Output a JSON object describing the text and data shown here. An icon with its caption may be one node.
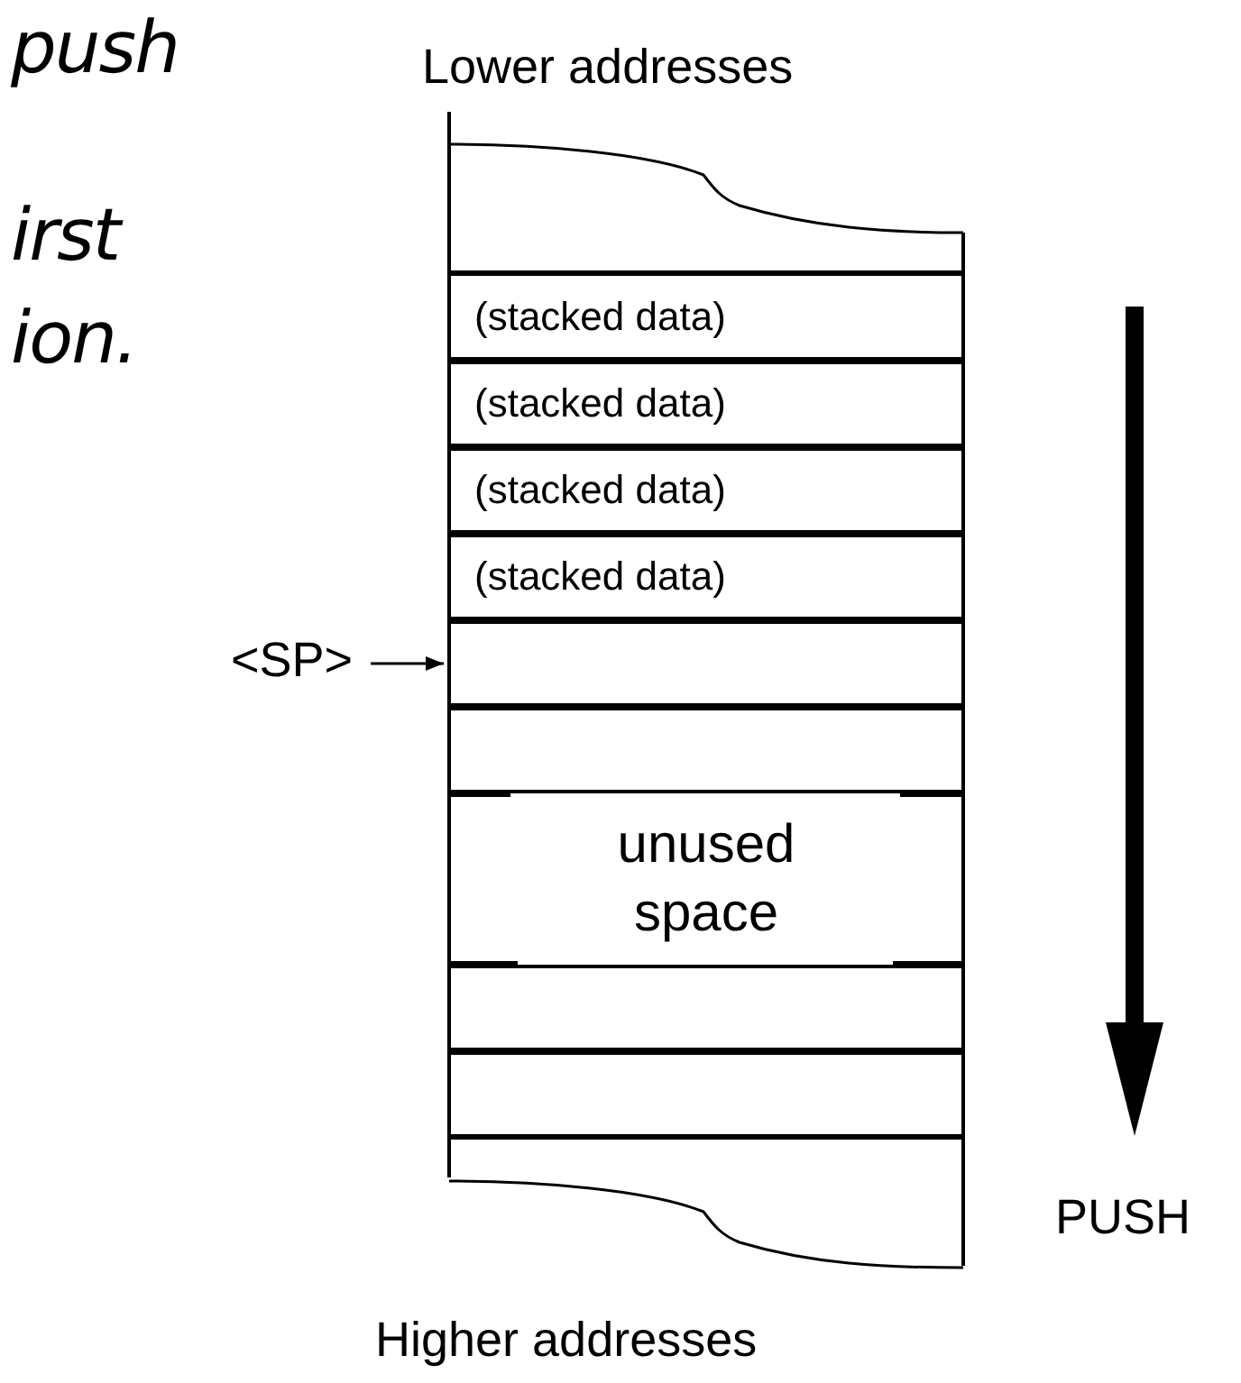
{
  "diagram": {
    "nodes": [
      {
        "text": [
          "(stacked data)"
        ]
      },
      {
        "text": [
          "(stacked data)"
        ]
      },
      {
        "text": [
          "(stacked data)"
        ]
      },
      {
        "text": [
          "(stacked data)"
        ]
      },
      {
        "text": [],
        "shape": "box"
      },
      {
        "text": [],
        "shape": "box"
      },
      {
        "text": [
          "unused space"
        ]
      },
      {
        "text": [],
        "shape": "box"
      },
      {
        "text": [],
        "shape": "box"
      },
      {
        "text": [
          "<SP>"
        ]
      }
    ],
    "edges": [
      {
        "from": 9,
        "to": 4,
        "arrow": "to"
      }
    ],
    "labels": [
      "push",
      "irst",
      "ion.",
      "Lower addresses",
      "PUSH",
      "Higher addresses"
    ]
  }
}
